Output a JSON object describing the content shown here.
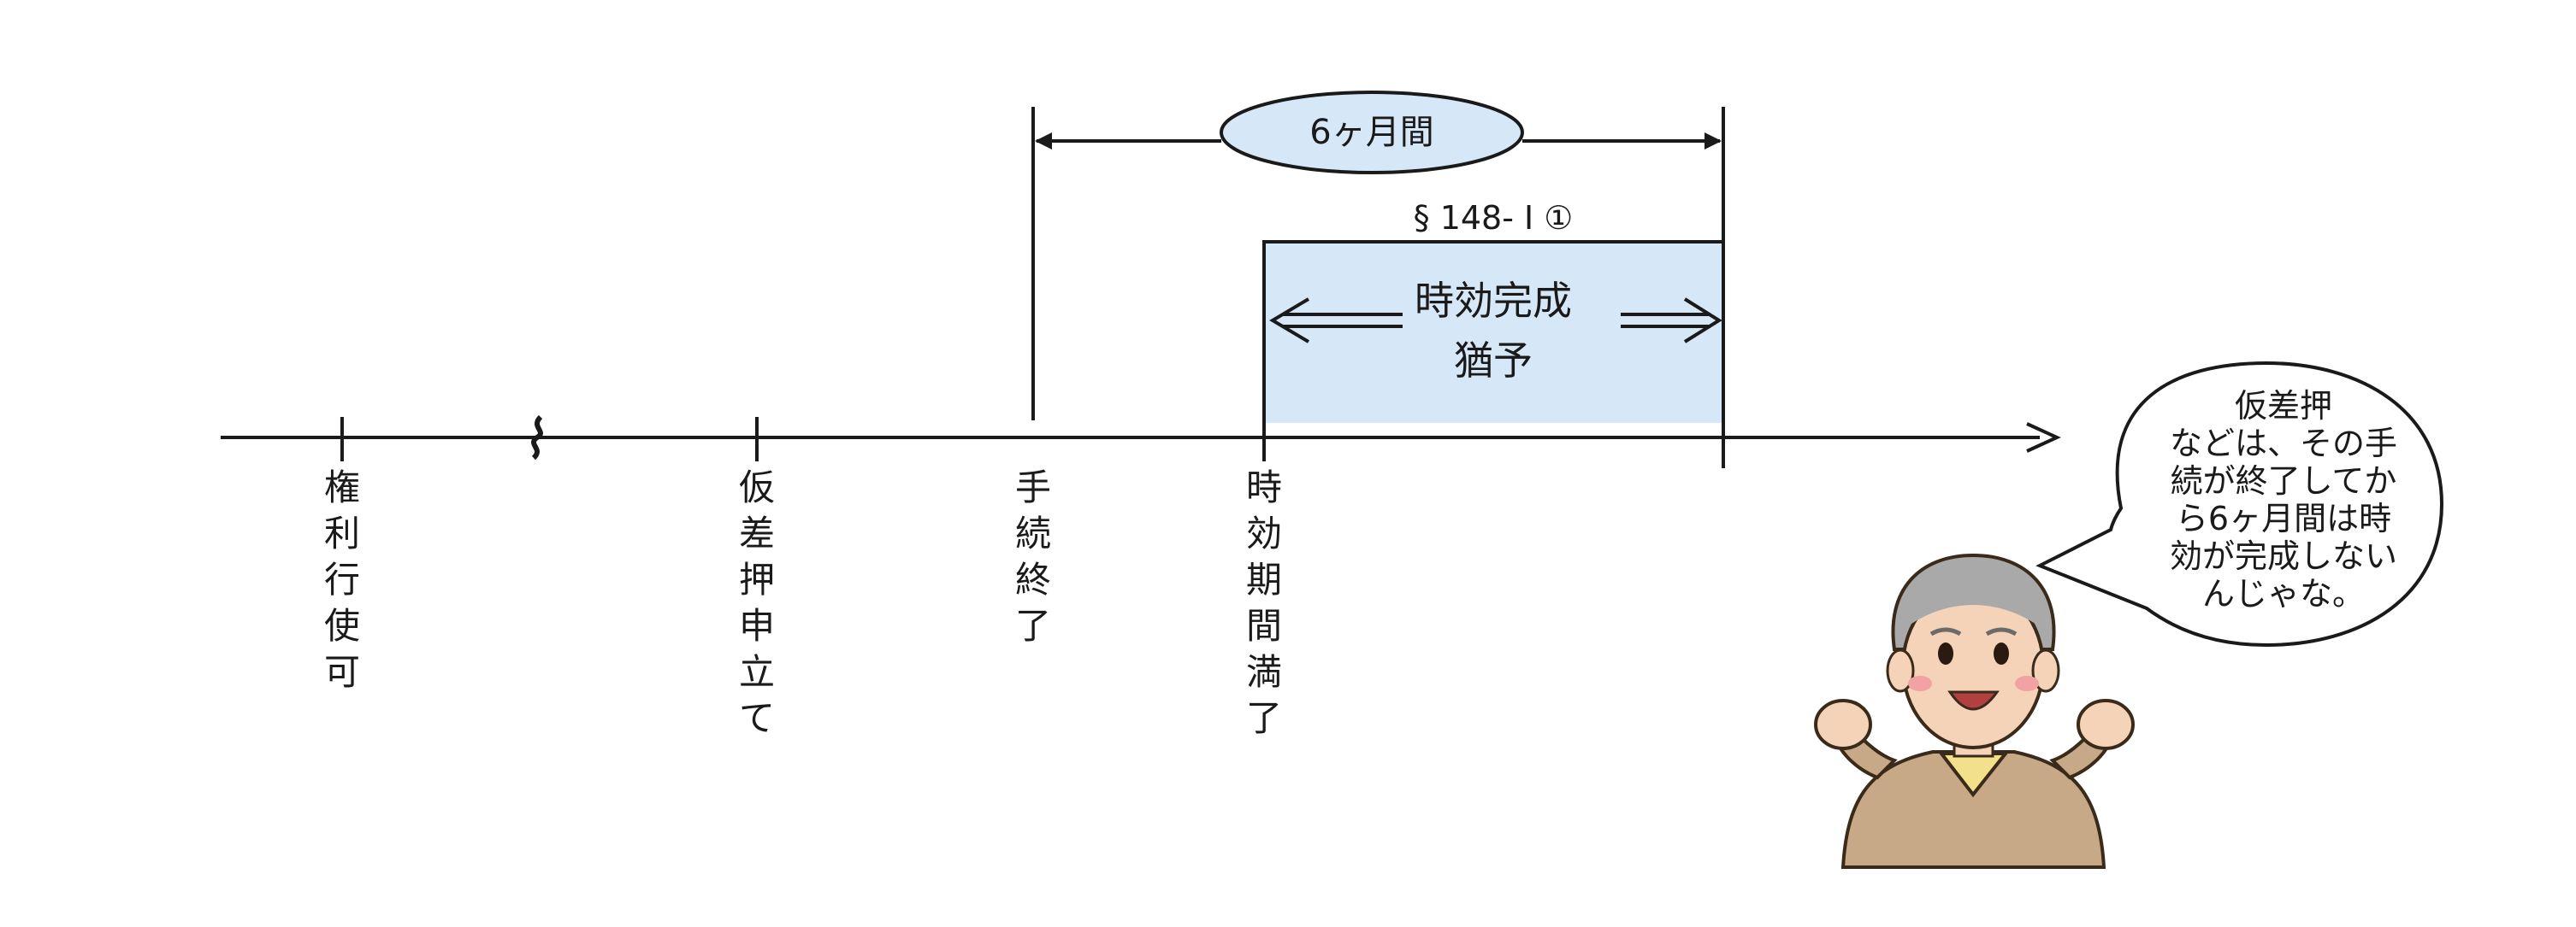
{
  "timeline": {
    "events": [
      {
        "id": "right-exercisable",
        "label": "権利行使可"
      },
      {
        "id": "provisional-attachment-filing",
        "label": "仮差押申立て"
      },
      {
        "id": "procedure-end",
        "label": "手続終了"
      },
      {
        "id": "limitation-expiry",
        "label": "時効期間満了"
      }
    ]
  },
  "span": {
    "label": "6ヶ月間"
  },
  "suspension": {
    "article": "§ 148- Ⅰ ①",
    "line1": "時効完成",
    "line2": "猶予",
    "fill": "#d6e8f7"
  },
  "speech": {
    "lines": [
      "仮差押",
      "などは、その手",
      "続が終了してか",
      "ら6ヶ月間は時",
      "効が完成しない",
      "んじゃな。"
    ]
  },
  "colors": {
    "ink": "#1a1a1a",
    "box_fill": "#d6e8f7",
    "ellipse_fill": "#d6e8f7"
  }
}
